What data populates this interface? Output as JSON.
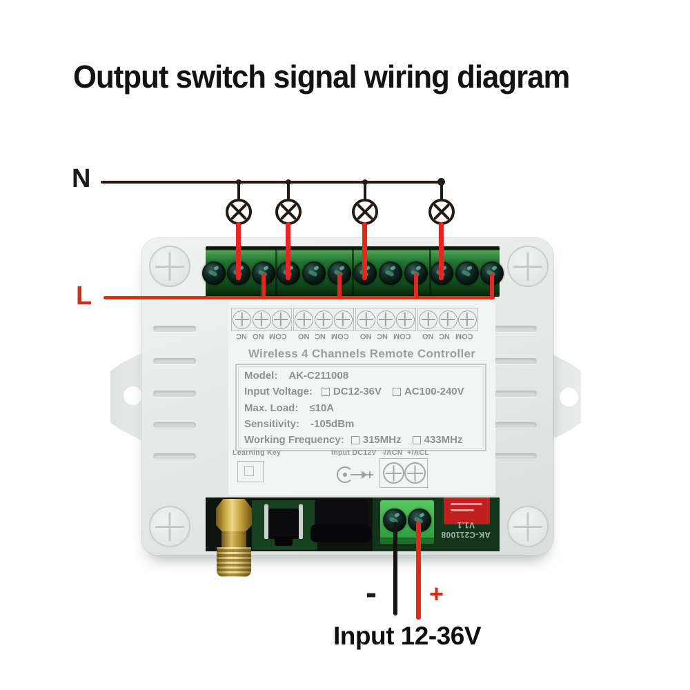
{
  "title": "Output switch signal wiring diagram",
  "wiring": {
    "neutral_label": "N",
    "live_label": "L",
    "negative_label": "-",
    "positive_label": "+",
    "input_label": "Input 12-36V"
  },
  "device": {
    "board_title": "Wireless 4 Channels Remote Controller",
    "terminal_groups": [
      [
        "NC",
        "NO",
        "COM"
      ],
      [
        "NO",
        "NC",
        "COM"
      ],
      [
        "NO",
        "NC",
        "COM"
      ],
      [
        "NO",
        "NC",
        "COM"
      ]
    ],
    "spec": {
      "model_label": "Model:",
      "model_value": "AK-C211008",
      "voltage_label": "Input Voltage:",
      "voltage_opt1": "DC12-36V",
      "voltage_opt2": "AC100-240V",
      "load_label": "Max. Load:",
      "load_value": "≤10A",
      "sens_label": "Sensitivity:",
      "sens_value": "-105dBm",
      "freq_label": "Working Frequency:",
      "freq_opt1": "315MHz",
      "freq_opt2": "433MHz"
    },
    "learning_key_label": "Learning Key",
    "dc_input_label": "Input DC12V",
    "acn_label": "-/ACN",
    "acl_label": "+/ACL",
    "pcb_model": "AK-C211008",
    "pcb_version": "V1.1"
  },
  "colors": {
    "accent_red": "#e5271d",
    "terminal_green": "#1e7030",
    "pcb_green": "#17421f",
    "gold": "#caa83f",
    "case_gray": "#e7ebea"
  }
}
